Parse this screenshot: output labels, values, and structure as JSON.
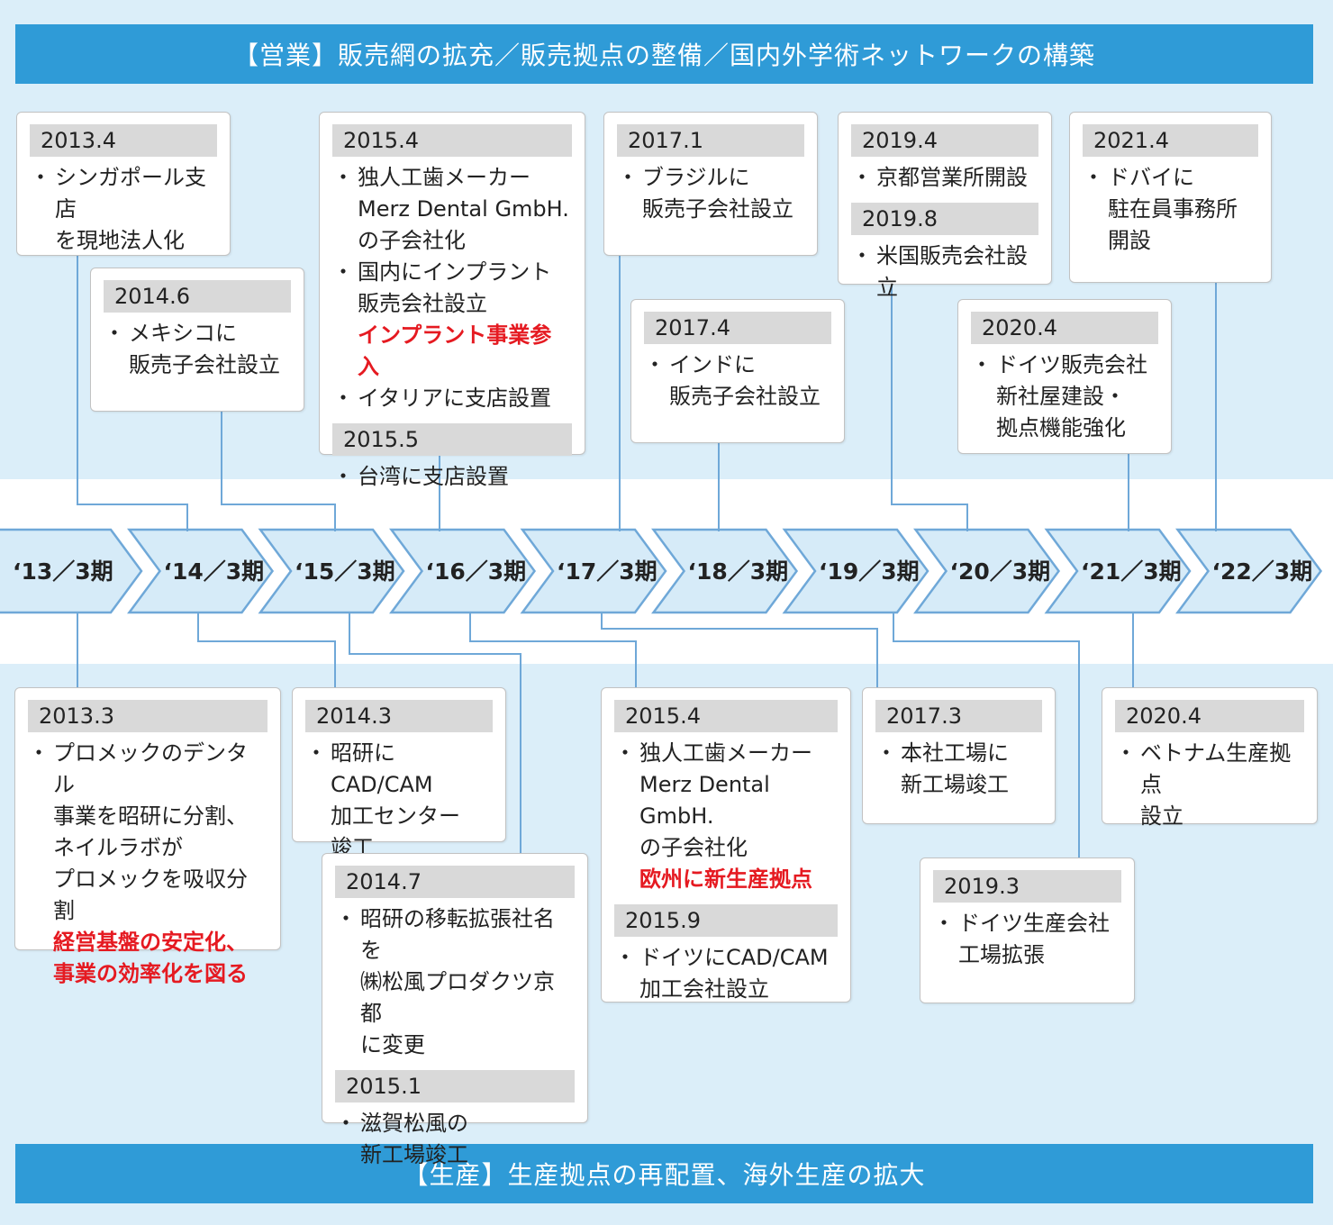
{
  "banners": {
    "top": "【営業】販売網の拡充／販売拠点の整備／国内外学術ネットワークの構築",
    "bottom": "【生産】生産拠点の再配置、海外生産の拡大"
  },
  "periods": [
    "‘13／3期",
    "‘14／3期",
    "‘15／3期",
    "‘16／3期",
    "‘17／3期",
    "‘18／3期",
    "‘19／3期",
    "‘20／3期",
    "‘21／3期",
    "‘22／3期"
  ],
  "sales": [
    {
      "entries": [
        {
          "date": "2013.4",
          "items": [
            "シンガポール支店\nを現地法人化"
          ]
        }
      ]
    },
    {
      "entries": [
        {
          "date": "2014.6",
          "items": [
            "メキシコに\n販売子会社設立"
          ]
        }
      ]
    },
    {
      "entries": [
        {
          "date": "2015.4",
          "items": [
            "独人工歯メーカー\nMerz Dental GmbH.\nの子会社化",
            "国内にインプラント\n販売会社設立"
          ],
          "highlight": "インプラント事業参入",
          "items_after": [
            "イタリアに支店設置"
          ]
        },
        {
          "date": "2015.5",
          "items": [
            "台湾に支店設置"
          ]
        }
      ]
    },
    {
      "entries": [
        {
          "date": "2017.1",
          "items": [
            "ブラジルに\n販売子会社設立"
          ]
        }
      ]
    },
    {
      "entries": [
        {
          "date": "2017.4",
          "items": [
            "インドに\n販売子会社設立"
          ]
        }
      ]
    },
    {
      "entries": [
        {
          "date": "2019.4",
          "items": [
            "京都営業所開設"
          ]
        },
        {
          "date": "2019.8",
          "items": [
            "米国販売会社設立"
          ]
        }
      ]
    },
    {
      "entries": [
        {
          "date": "2020.4",
          "items": [
            "ドイツ販売会社\n新社屋建設・\n拠点機能強化"
          ]
        }
      ]
    },
    {
      "entries": [
        {
          "date": "2021.4",
          "items": [
            "ドバイに\n駐在員事務所\n開設"
          ]
        }
      ]
    }
  ],
  "production": [
    {
      "entries": [
        {
          "date": "2013.3",
          "items": [
            "プロメックのデンタル\n事業を昭研に分割、\nネイルラボが\nプロメックを吸収分割"
          ],
          "highlight": "経営基盤の安定化、\n事業の効率化を図る"
        }
      ]
    },
    {
      "entries": [
        {
          "date": "2014.3",
          "items": [
            "昭研にCAD/CAM\n加工センター\n竣工"
          ]
        }
      ]
    },
    {
      "entries": [
        {
          "date": "2014.7",
          "items": [
            "昭研の移転拡張社名を\n㈱松風プロダクツ京都\nに変更"
          ]
        },
        {
          "date": "2015.1",
          "items": [
            "滋賀松風の\n新工場竣工"
          ]
        }
      ]
    },
    {
      "entries": [
        {
          "date": "2015.4",
          "items": [
            "独人工歯メーカー\nMerz Dental GmbH.\nの子会社化"
          ],
          "highlight": "欧州に新生産拠点"
        },
        {
          "date": "2015.9",
          "items": [
            "ドイツにCAD/CAM\n加工会社設立"
          ]
        }
      ]
    },
    {
      "entries": [
        {
          "date": "2017.3",
          "items": [
            "本社工場に\n新工場竣工"
          ]
        }
      ]
    },
    {
      "entries": [
        {
          "date": "2019.3",
          "items": [
            "ドイツ生産会社\n工場拡張"
          ]
        }
      ]
    },
    {
      "entries": [
        {
          "date": "2020.4",
          "items": [
            "ベトナム生産拠点\n設立"
          ]
        }
      ]
    }
  ],
  "colors": {
    "banner": "#2f9bd7",
    "arrow_fill": "#d6ebf8",
    "arrow_stroke": "#6fa8d8",
    "connector": "#6fa8d8",
    "highlight": "#e51a21"
  }
}
